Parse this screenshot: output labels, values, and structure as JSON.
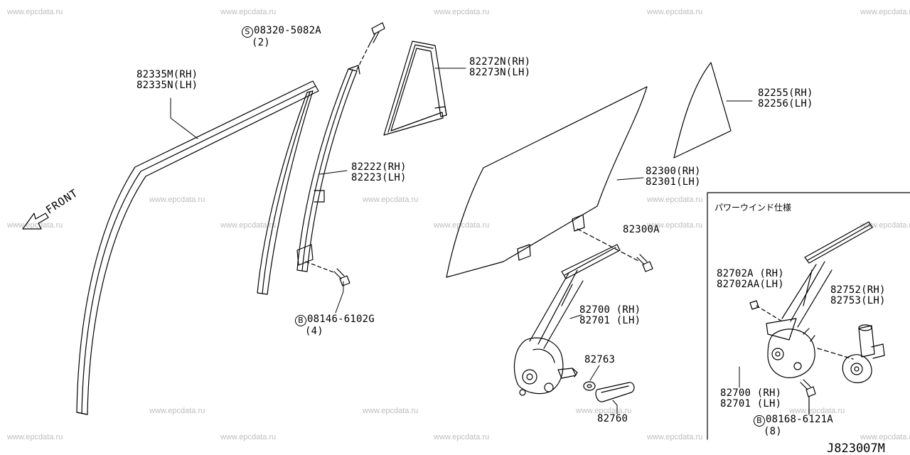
{
  "watermark": "www.epcdata.ru",
  "front_label": "FRONT",
  "inset_title": "パワーウインド仕様",
  "diagram_ref": "J823007M",
  "parts": {
    "bolt_top": {
      "symbol": "S",
      "number": "08320-5082A",
      "qty": "(2)"
    },
    "outer_molding": {
      "rh": "82335M(RH)",
      "lh": "82335N(LH)"
    },
    "sash_glass": {
      "rh": "82272N(RH)",
      "lh": "82273N(LH)"
    },
    "quarter_glass": {
      "rh": "82255(RH)",
      "lh": "82256(LH)"
    },
    "channel": {
      "rh": "82222(RH)",
      "lh": "82223(LH)"
    },
    "door_glass": {
      "rh": "82300(RH)",
      "lh": "82301(LH)"
    },
    "glass_bolt": {
      "number": "82300A"
    },
    "bolt_channel": {
      "symbol": "B",
      "number": "08146-6102G",
      "qty": "(4)"
    },
    "regulator_manual": {
      "rh": "82700 (RH)",
      "lh": "82701 (LH)"
    },
    "escutcheon": {
      "number": "82763"
    },
    "handle": {
      "number": "82760"
    },
    "bolt_power": {
      "rh": "82702A (RH)",
      "lh": "82702AA(LH)"
    },
    "motor": {
      "rh": "82752(RH)",
      "lh": "82753(LH)"
    },
    "regulator_power": {
      "rh": "82700 (RH)",
      "lh": "82701 (LH)"
    },
    "bolt_regulator": {
      "symbol": "B",
      "number": "08168-6121A",
      "qty": "(8)"
    }
  }
}
